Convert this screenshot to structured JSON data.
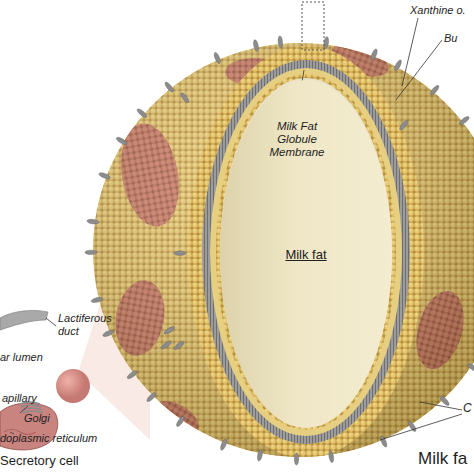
{
  "diagram": {
    "nodes": [
      {
        "text": [
          "Milk fat"
        ]
      }
    ],
    "labels": [
      "Xanthine o.",
      "Bu",
      "Milk Fat Globule Membrane",
      "Lactiferous duct",
      "ar lumen",
      "apillary",
      "Golgi",
      "doplasmic reticulum",
      "Secretory cell",
      "Milk fa",
      "C"
    ]
  }
}
